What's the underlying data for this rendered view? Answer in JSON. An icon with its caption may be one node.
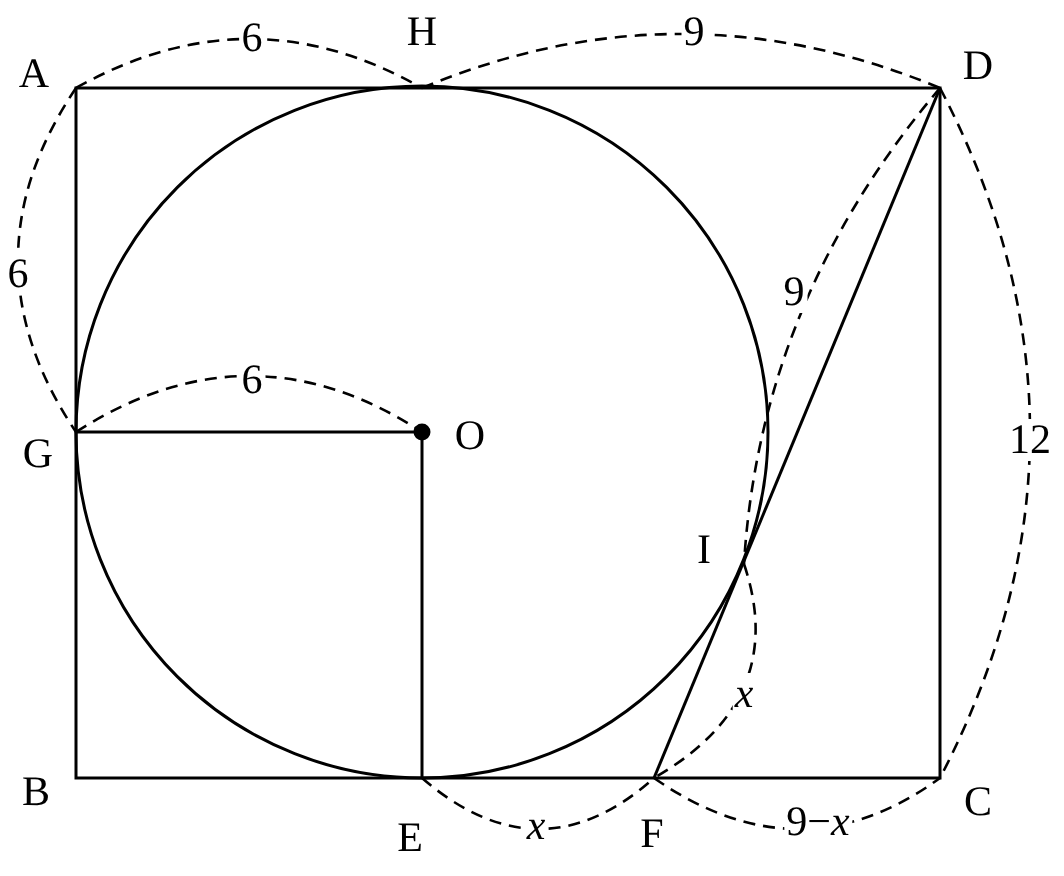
{
  "diagram": {
    "labels": [
      "A",
      "6",
      "H",
      "9",
      "D",
      "6",
      "9",
      "G",
      "6",
      "O",
      "12",
      "I",
      "x",
      "B",
      "C",
      "E",
      "x",
      "F",
      "9−*x*"
    ]
  }
}
